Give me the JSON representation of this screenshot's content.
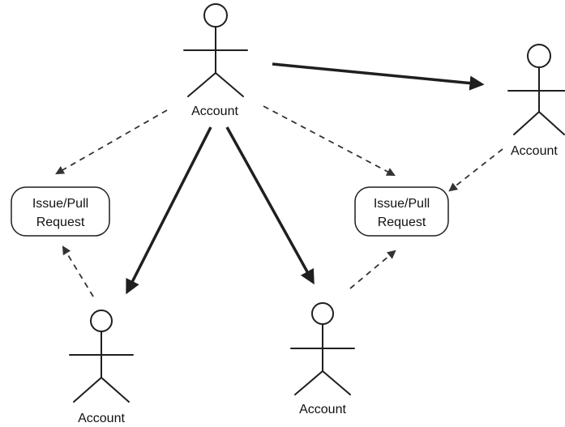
{
  "diagram": {
    "actors": [
      {
        "id": "top",
        "label": "Account"
      },
      {
        "id": "right",
        "label": "Account"
      },
      {
        "id": "bottom-left",
        "label": "Account"
      },
      {
        "id": "bottom-middle",
        "label": "Account"
      }
    ],
    "nodes": [
      {
        "id": "issue-left",
        "lines": [
          "Issue/Pull",
          "Request"
        ]
      },
      {
        "id": "issue-right",
        "lines": [
          "Issue/Pull",
          "Request"
        ]
      }
    ],
    "edges": [
      {
        "from": "top",
        "to": "right",
        "style": "solid"
      },
      {
        "from": "top",
        "to": "bottom-left",
        "style": "solid"
      },
      {
        "from": "top",
        "to": "bottom-middle",
        "style": "solid"
      },
      {
        "from": "top",
        "to": "issue-left",
        "style": "dashed"
      },
      {
        "from": "top",
        "to": "issue-right",
        "style": "dashed"
      },
      {
        "from": "right",
        "to": "issue-right",
        "style": "dashed"
      },
      {
        "from": "bottom-left",
        "to": "issue-left",
        "style": "dashed"
      },
      {
        "from": "bottom-middle",
        "to": "issue-right",
        "style": "dashed"
      }
    ]
  }
}
